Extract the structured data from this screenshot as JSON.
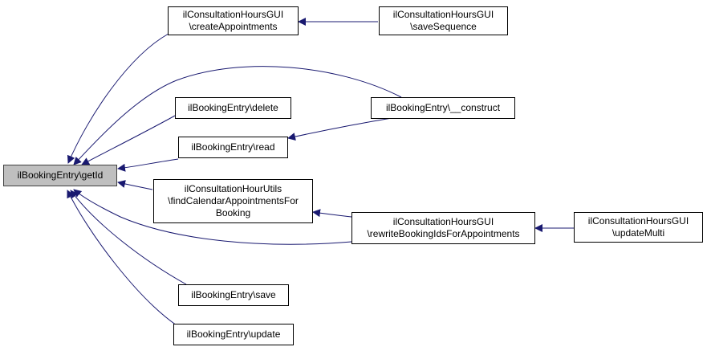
{
  "nodes": {
    "getid": {
      "lines": [
        "ilBookingEntry\\getId"
      ]
    },
    "createappts": {
      "lines": [
        "ilConsultationHoursGUI",
        "\\createAppointments"
      ]
    },
    "saveseq": {
      "lines": [
        "ilConsultationHoursGUI",
        "\\saveSequence"
      ]
    },
    "delete": {
      "lines": [
        "ilBookingEntry\\delete"
      ]
    },
    "construct": {
      "lines": [
        "ilBookingEntry\\__construct"
      ]
    },
    "read": {
      "lines": [
        "ilBookingEntry\\read"
      ]
    },
    "findcal": {
      "lines": [
        "ilConsultationHourUtils",
        "\\findCalendarAppointmentsFor",
        "Booking"
      ]
    },
    "rewrite": {
      "lines": [
        "ilConsultationHoursGUI",
        "\\rewriteBookingIdsForAppointments"
      ]
    },
    "updatemulti": {
      "lines": [
        "ilConsultationHoursGUI",
        "\\updateMulti"
      ]
    },
    "save": {
      "lines": [
        "ilBookingEntry\\save"
      ]
    },
    "update": {
      "lines": [
        "ilBookingEntry\\update"
      ]
    }
  },
  "colors": {
    "edge": "#191970",
    "root_fill": "#bfbfbf",
    "node_fill": "#ffffff"
  }
}
